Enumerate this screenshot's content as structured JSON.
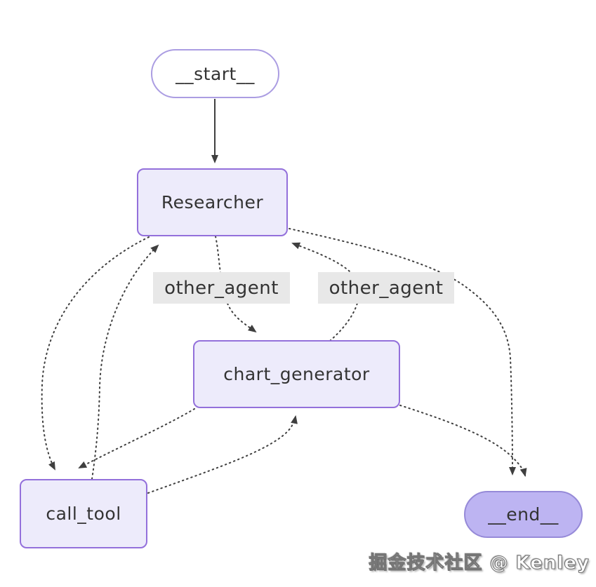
{
  "diagram": {
    "type": "state-graph",
    "nodes": [
      {
        "id": "__start__",
        "label": "__start__",
        "shape": "stadium"
      },
      {
        "id": "Researcher",
        "label": "Researcher",
        "shape": "rect"
      },
      {
        "id": "chart_generator",
        "label": "chart_generator",
        "shape": "rect"
      },
      {
        "id": "call_tool",
        "label": "call_tool",
        "shape": "rect"
      },
      {
        "id": "__end__",
        "label": "__end__",
        "shape": "stadium"
      }
    ],
    "edge_labels": [
      {
        "text": "other_agent"
      },
      {
        "text": "other_agent"
      }
    ],
    "edges": [
      {
        "from": "__start__",
        "to": "Researcher",
        "style": "solid",
        "label": ""
      },
      {
        "from": "Researcher",
        "to": "chart_generator",
        "style": "dotted",
        "label": "other_agent"
      },
      {
        "from": "chart_generator",
        "to": "Researcher",
        "style": "dotted",
        "label": "other_agent"
      },
      {
        "from": "Researcher",
        "to": "call_tool",
        "style": "dotted",
        "label": ""
      },
      {
        "from": "call_tool",
        "to": "Researcher",
        "style": "dotted",
        "label": ""
      },
      {
        "from": "chart_generator",
        "to": "call_tool",
        "style": "dotted",
        "label": ""
      },
      {
        "from": "call_tool",
        "to": "chart_generator",
        "style": "dotted",
        "label": ""
      },
      {
        "from": "Researcher",
        "to": "__end__",
        "style": "dotted",
        "label": ""
      },
      {
        "from": "chart_generator",
        "to": "__end__",
        "style": "dotted",
        "label": ""
      }
    ],
    "colors": {
      "node_fill": "#edebfb",
      "node_border": "#9370db",
      "start_fill": "#ffffff",
      "start_border": "#ab9de2",
      "end_fill": "#bdb4f2",
      "end_border": "#968ad8",
      "edge": "#3f3f3f",
      "label_bg": "#e8e8e8",
      "text": "#333333"
    }
  },
  "watermark": {
    "text": "掘金技术社区 @ Kenley"
  }
}
